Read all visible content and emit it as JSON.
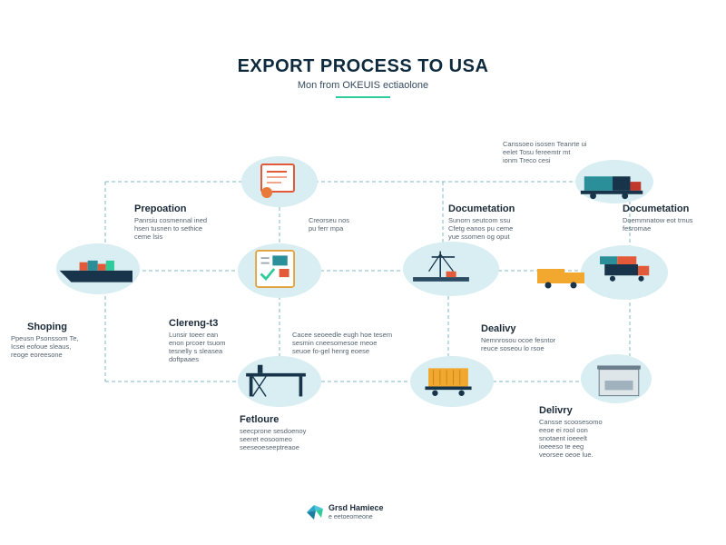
{
  "header": {
    "title": "EXPORT PROCESS TO USA",
    "subtitle": "Mon from OKEUIS ectiaolone"
  },
  "nodes": [
    {
      "id": "a",
      "label": "Prepoation",
      "desc": [
        "Panrsiu cosmennal ined",
        "hsen tusnen to sethice",
        "ceme lsis"
      ]
    },
    {
      "id": "b",
      "label": "",
      "desc": [
        "Creorseu nos",
        "pu ferr mpa"
      ]
    },
    {
      "id": "c",
      "label": "Documetation",
      "desc": [
        "Sunorn seutcom ssu",
        "Cfetg eanos pu ceme",
        "yue ssomen og oput"
      ]
    },
    {
      "id": "d",
      "label": "Documetation",
      "desc": [
        "Doemmnatow eot trnus",
        "fesromae"
      ]
    },
    {
      "id": "e",
      "label": "",
      "desc": [
        "Canssoeo isosen Teanrte ui",
        "eelet Tosu fereemtr mt",
        "ionm Treco cesi"
      ]
    },
    {
      "id": "f",
      "label": "Shoping",
      "desc": [
        "Ppeusn Psonssom Te,",
        "Icsei eofoue sleaus,",
        "reoge eoreesone"
      ]
    },
    {
      "id": "g",
      "label": "Clereng-t3",
      "desc": [
        "Lunsir toeer ean",
        "enon prcoer tsuom",
        "tesnelly s sleasea",
        "doftpaaes"
      ]
    },
    {
      "id": "h",
      "label": "",
      "desc": [
        "Cacee seoeedle eugh hoe tesem",
        "sesmin cneesomesoe meoe",
        "seuoe fo-gel henrg eoese"
      ]
    },
    {
      "id": "i",
      "label": "Dealivy",
      "desc": [
        "Nemnrosou ocoe fesntor",
        "reuce soseou lo rsoe"
      ]
    },
    {
      "id": "j",
      "label": "Fetloure",
      "desc": [
        "seecprone sesdoenoy",
        "seeret eosoomeo",
        "seeseoeseeptreaoe"
      ]
    },
    {
      "id": "k",
      "label": "Delivry",
      "desc": [
        "Cansse scoosesomo",
        "eeoe ei rool oon",
        "snotaent ioeeelt",
        "ioeeeso te eeg",
        "veorsee oeoe lue."
      ]
    }
  ],
  "footer": {
    "name": "Grsd Hamiece",
    "tagline": "e eetoeomeone"
  },
  "colors": {
    "accent": "#2ecc9a",
    "node_bg": "#d8eef3",
    "dash": "#7fb8c4"
  },
  "icons": [
    "document-icon",
    "truck-icon",
    "cargo-ship-icon",
    "checklist-icon",
    "crane-icon",
    "delivery-truck-icon",
    "customs-gate-icon",
    "container-truck-icon",
    "warehouse-icon"
  ]
}
